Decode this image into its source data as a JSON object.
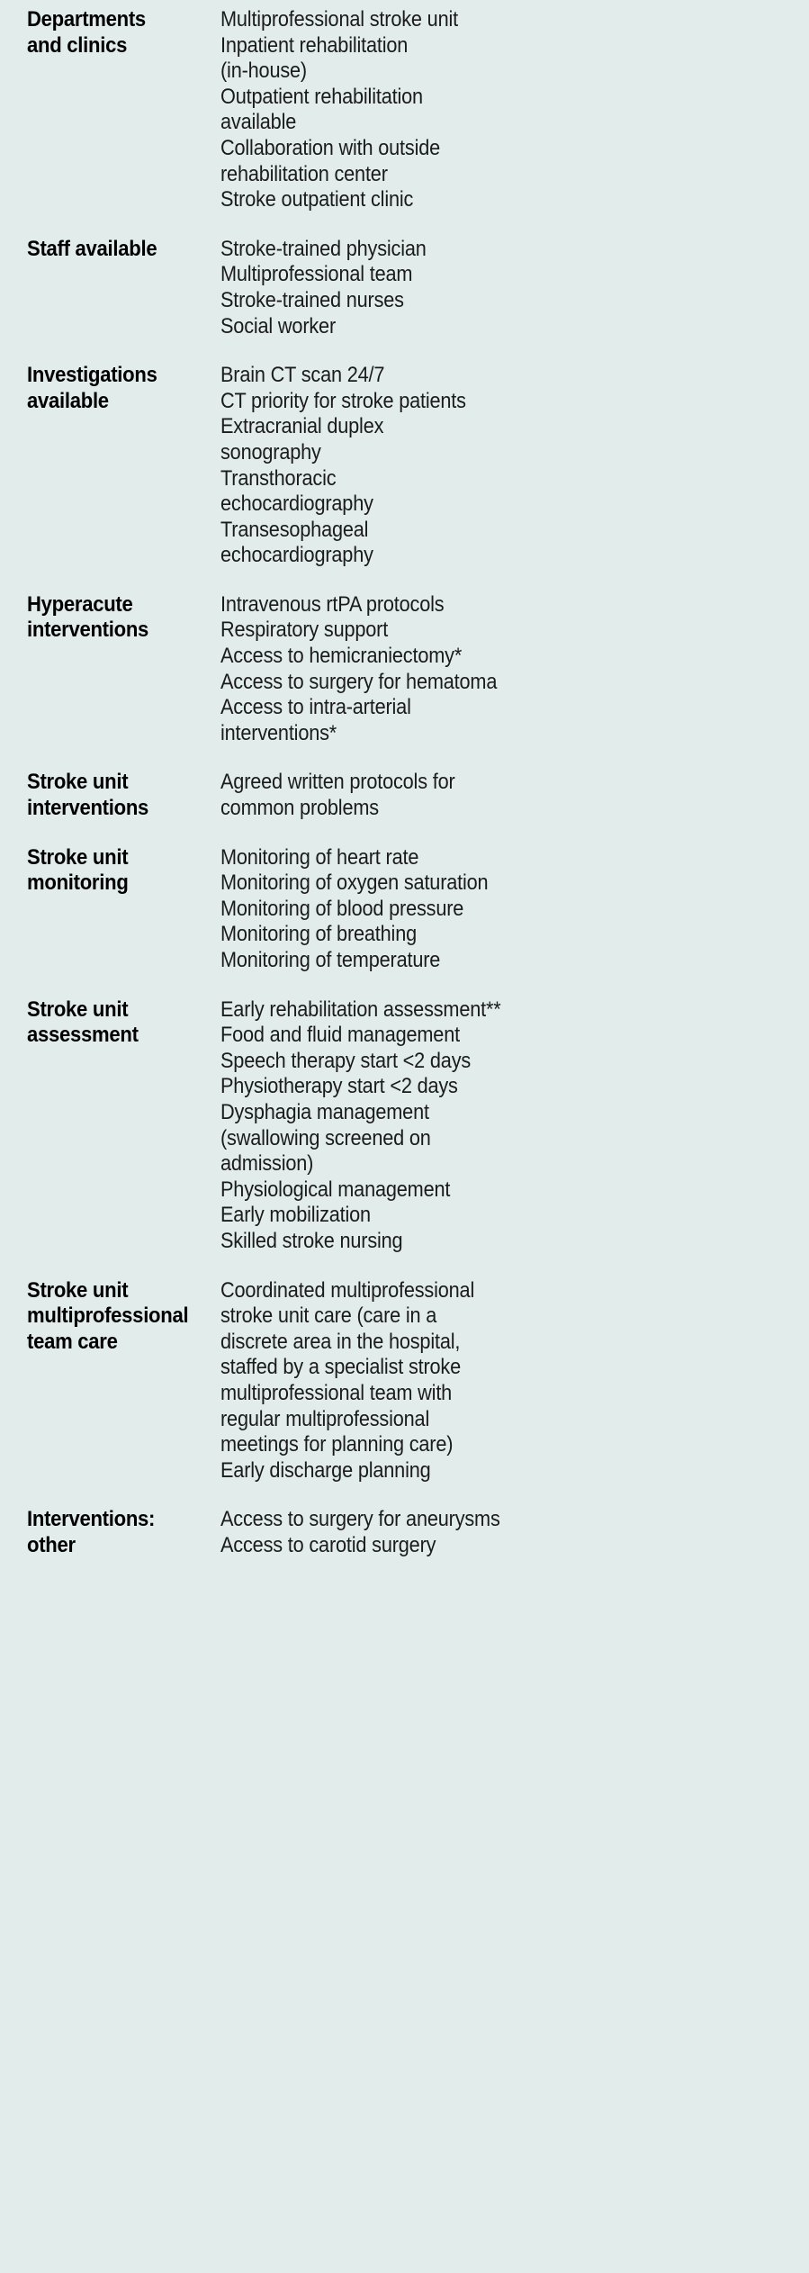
{
  "table": {
    "background_color": "#e2edeb",
    "text_color": "#1b1b1b",
    "rows": [
      {
        "label": "Departments\nand clinics",
        "items": [
          "Multiprofessional stroke unit",
          "Inpatient rehabilitation\n(in-house)",
          "Outpatient rehabilitation\navailable",
          "Collaboration with outside\nrehabilitation center",
          "Stroke outpatient clinic"
        ]
      },
      {
        "label": "Staff available",
        "items": [
          "Stroke-trained physician",
          "Multiprofessional team",
          "Stroke-trained nurses",
          "Social worker"
        ]
      },
      {
        "label": "Investigations\navailable",
        "items": [
          "Brain CT scan 24/7",
          "CT priority for stroke patients",
          "Extracranial duplex\nsonography",
          "Transthoracic\nechocardiography",
          "Transesophageal\nechocardiography"
        ]
      },
      {
        "label": "Hyperacute\ninterventions",
        "items": [
          "Intravenous rtPA protocols",
          "Respiratory support",
          "Access to hemicraniectomy*",
          "Access to surgery for hematoma",
          "Access to intra-arterial\ninterventions*"
        ]
      },
      {
        "label": "Stroke unit\ninterventions",
        "items": [
          "Agreed written protocols for\ncommon problems"
        ]
      },
      {
        "label": "Stroke unit\nmonitoring",
        "items": [
          "Monitoring of heart rate",
          "Monitoring of oxygen saturation",
          "Monitoring of blood pressure",
          "Monitoring of breathing",
          "Monitoring of temperature"
        ]
      },
      {
        "label": "Stroke unit\nassessment",
        "items": [
          "Early rehabilitation assessment**",
          "Food and fluid management",
          "Speech therapy start <2 days",
          "Physiotherapy start <2 days",
          "Dysphagia management\n(swallowing screened on\nadmission)",
          "Physiological management",
          "Early mobilization",
          "Skilled stroke nursing"
        ]
      },
      {
        "label": "Stroke unit\nmultiprofessional\nteam care",
        "items": [
          "Coordinated multiprofessional\nstroke unit care (care in a\ndiscrete area in the hospital,\nstaffed by a specialist stroke\nmultiprofessional team with\nregular multiprofessional\nmeetings for planning care)",
          "Early discharge planning"
        ]
      },
      {
        "label": "Interventions:\nother",
        "items": [
          "Access to surgery for aneurysms",
          "Access to carotid surgery"
        ]
      }
    ]
  }
}
